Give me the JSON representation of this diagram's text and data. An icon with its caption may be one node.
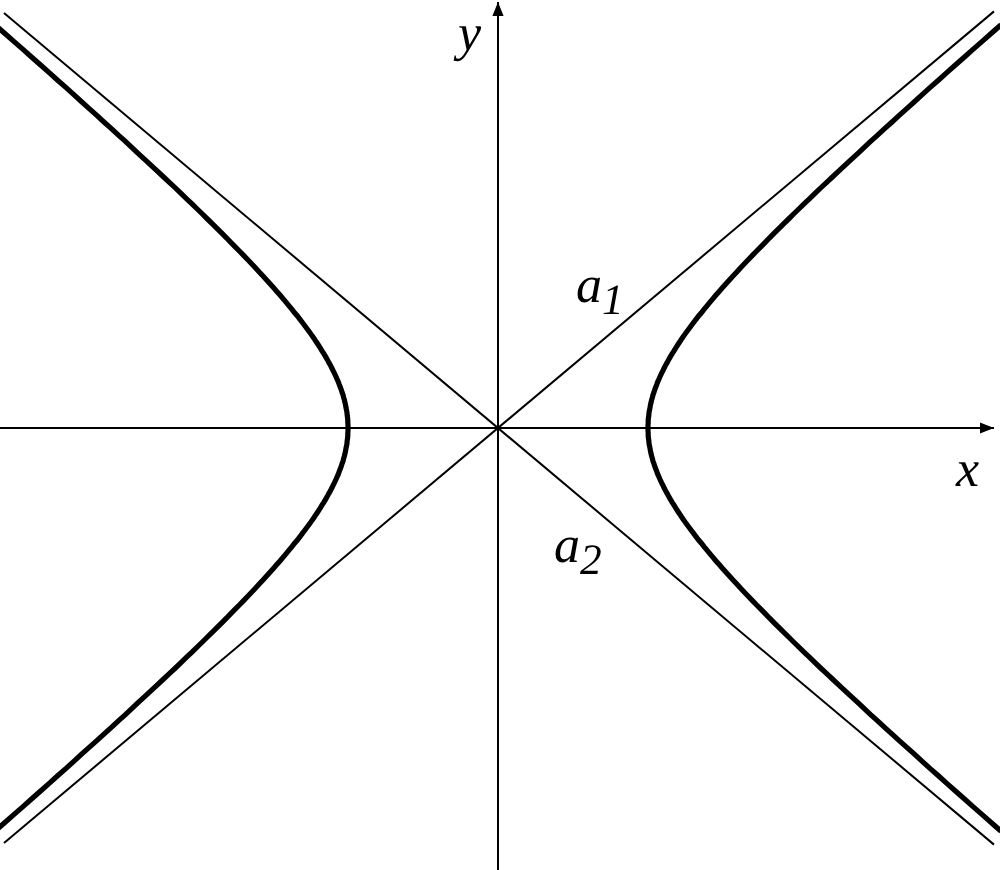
{
  "diagram": {
    "labels": [
      "y",
      "a$_{1}$",
      "x",
      "a$_{2}$"
    ]
  }
}
